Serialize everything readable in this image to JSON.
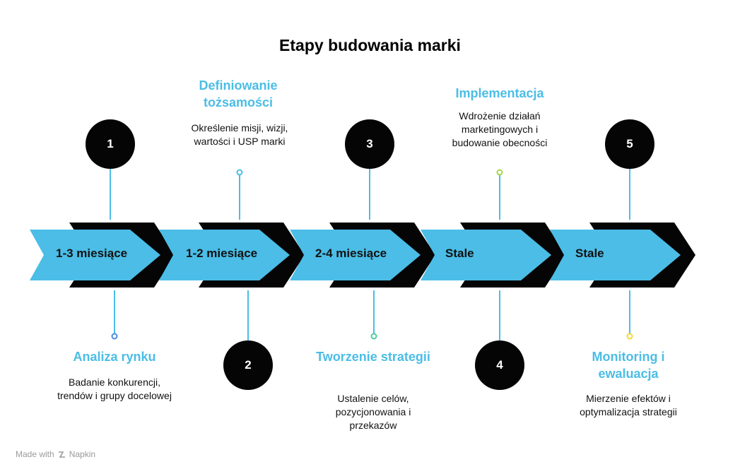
{
  "title": "Etapy budowania marki",
  "stages": [
    {
      "number": "1",
      "duration": "1-3 miesiące",
      "title": "Analiza rynku",
      "description": "Badanie konkurencji, trendów i grupy docelowej",
      "dot_color": "#4a8de0"
    },
    {
      "number": "2",
      "duration": "1-2 miesiące",
      "title": "Definiowanie tożsamości",
      "description": "Określenie misji, wizji, wartości i USP marki",
      "dot_color": "#4bbde6"
    },
    {
      "number": "3",
      "duration": "2-4 miesiące",
      "title": "Tworzenie strategii",
      "description": "Ustalenie celów, pozycjonowania i przekazów",
      "dot_color": "#4ccf9c"
    },
    {
      "number": "4",
      "duration": "Stale",
      "title": "Implementacja",
      "description": "Wdrożenie działań marketingowych i budowanie obecności",
      "dot_color": "#a6d64a"
    },
    {
      "number": "5",
      "duration": "Stale",
      "title": "Monitoring i ewaluacja",
      "description": "Mierzenie efektów i optymalizacja strategii",
      "dot_color": "#f2d93a"
    }
  ],
  "colors": {
    "arrow_fill": "#4bbde6",
    "arrow_shadow": "#050505",
    "title_accent": "#4bbde6"
  },
  "footer": {
    "made_with": "Made with",
    "brand": "Napkin"
  }
}
